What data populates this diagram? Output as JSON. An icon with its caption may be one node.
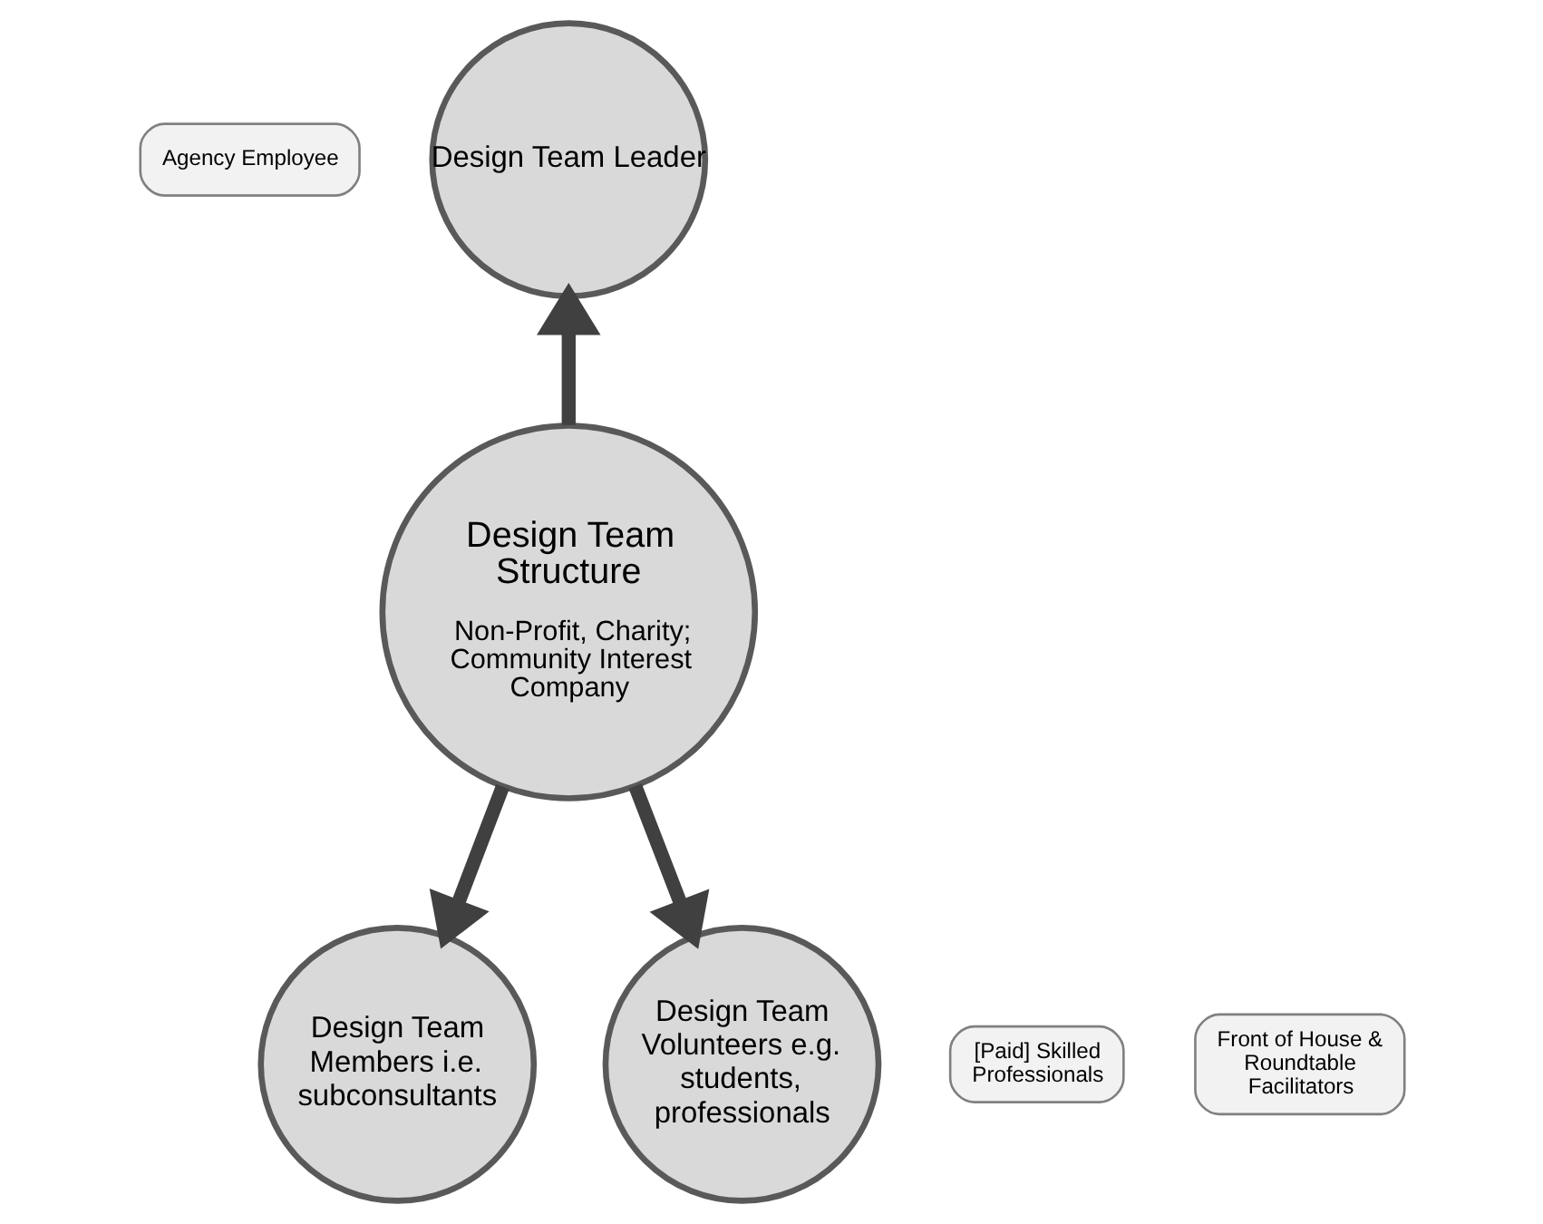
{
  "diagram": {
    "nodes": [
      {
        "text": [
          "Design Team Structure",
          "Non-Profit, Charity; Community Interest Company"
        ]
      },
      {
        "text": [
          "Design Team Leader"
        ]
      },
      {
        "text": [
          "Agency Employee"
        ]
      },
      {
        "text": [
          "Design Team Members i.e. subconsultants"
        ]
      },
      {
        "text": [
          "[Paid] Skilled Professionals"
        ]
      },
      {
        "text": [
          "Design Team Volunteers e.g. students, professionals"
        ]
      },
      {
        "text": [
          "Front of House & Roundtable Facilitators"
        ]
      }
    ],
    "edges": [
      {
        "from": 0,
        "to": 1,
        "arrow": "to"
      },
      {
        "from": 0,
        "to": 3,
        "arrow": "to"
      },
      {
        "from": 0,
        "to": 5,
        "arrow": "to"
      }
    ]
  }
}
